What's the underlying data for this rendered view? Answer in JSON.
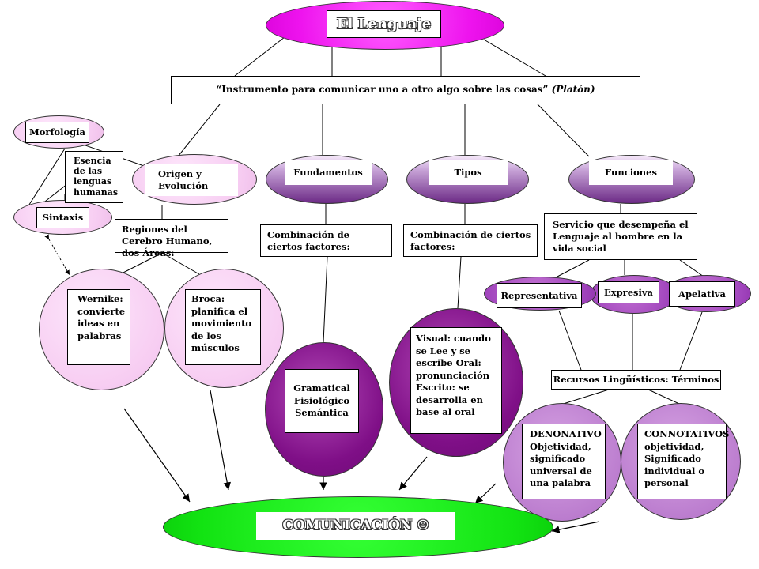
{
  "title": "El Lenguaje",
  "definition": {
    "quote": "“Instrumento para comunicar uno a otro algo sobre las cosas”",
    "author": "(Platón)"
  },
  "left": {
    "morfologia": "Morfología",
    "sintaxis": "Sintaxis",
    "esencia": "Esencia de las lenguas humanas",
    "origen": "Origen y Evolución",
    "regiones": "Regiones del Cerebro Humano, dos Áreas:",
    "wernike": "Wernike: convierte ideas en palabras",
    "broca": "Broca: planifica el movimiento de los músculos"
  },
  "fundamentos": {
    "label": "Fundamentos",
    "combinacion": "Combinación de ciertos factores:",
    "items": "Gramatical Fisiológico Semántica"
  },
  "tipos": {
    "label": "Tipos",
    "combinacion": "Combinación de ciertos factores:",
    "items": "Visual: cuando se Lee y se escribe Oral: pronunciación Escrito: se desarrolla en base al oral"
  },
  "funciones": {
    "label": "Funciones",
    "servicio": "Servicio que desempeña el Lenguaje al hombre en la vida social",
    "representativa": "Representativa",
    "expresiva": "Expresiva",
    "apelativa": "Apelativa",
    "recursos": "Recursos Lingüísticos: Términos",
    "denonativo": "DENONATIVO Objetividad, significado universal de una palabra",
    "connotativos": "CONNOTATIVOS objetividad, Significado individual o personal"
  },
  "comunicacion": "COMUNICACIÓN ☺"
}
